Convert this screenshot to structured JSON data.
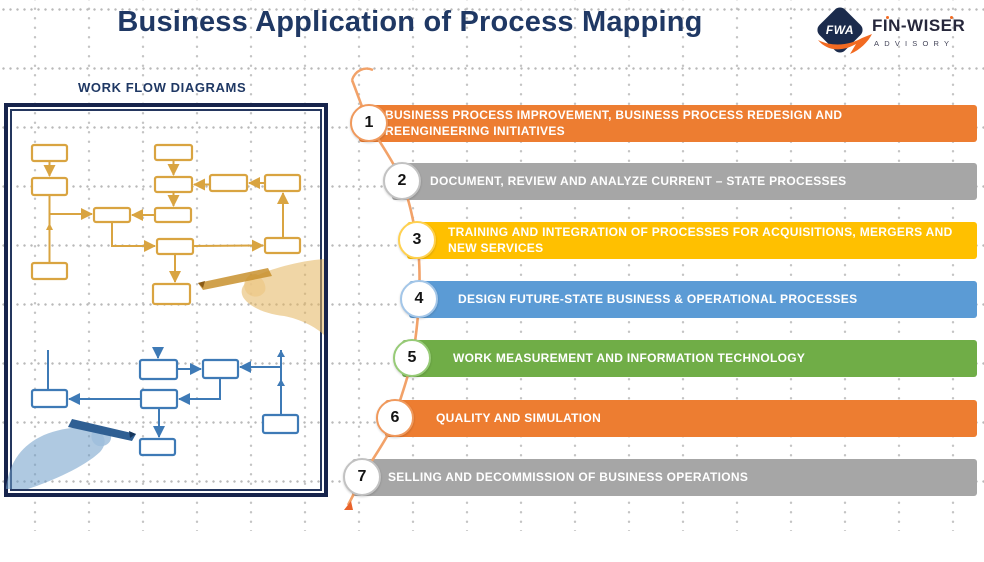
{
  "title": "Business Application of Process Mapping",
  "logo": {
    "monogram": "FWA",
    "name": "FIN-WISER",
    "tagline": "ADVISORY"
  },
  "workflow_panel": {
    "heading": "WORK FLOW DIAGRAMS"
  },
  "steps": [
    {
      "num": "1",
      "label": "BUSINESS PROCESS IMPROVEMENT, BUSINESS PROCESS REDESIGN AND REENGINEERING INITIATIVES",
      "bar_color": "#ED7D31",
      "ring_color": "#F0995C"
    },
    {
      "num": "2",
      "label": "DOCUMENT, REVIEW AND ANALYZE CURRENT – STATE PROCESSES",
      "bar_color": "#A6A6A6",
      "ring_color": "#C2C2C2"
    },
    {
      "num": "3",
      "label": "TRAINING AND INTEGRATION OF PROCESSES FOR ACQUISITIONS, MERGERS AND NEW SERVICES",
      "bar_color": "#FFC000",
      "ring_color": "#FFD150"
    },
    {
      "num": "4",
      "label": "DESIGN FUTURE-STATE BUSINESS & OPERATIONAL PROCESSES",
      "bar_color": "#5B9BD5",
      "ring_color": "#A3C6E8"
    },
    {
      "num": "5",
      "label": "WORK MEASUREMENT AND INFORMATION TECHNOLOGY",
      "bar_color": "#70AD47",
      "ring_color": "#97CB77"
    },
    {
      "num": "6",
      "label": "QUALITY AND SIMULATION",
      "bar_color": "#ED7D31",
      "ring_color": "#F0995C"
    },
    {
      "num": "7",
      "label": "SELLING AND DECOMMISSION OF BUSINESS OPERATIONS",
      "bar_color": "#A6A6A6",
      "ring_color": "#C2C2C2"
    }
  ],
  "colors": {
    "title_navy": "#1F3864",
    "panel_border_navy": "#17244C",
    "connector_orange": "#F2A269",
    "gold_flowchart": "#D9A441",
    "blue_flowchart": "#3E7AB6",
    "logo_orange": "#F26A21"
  }
}
